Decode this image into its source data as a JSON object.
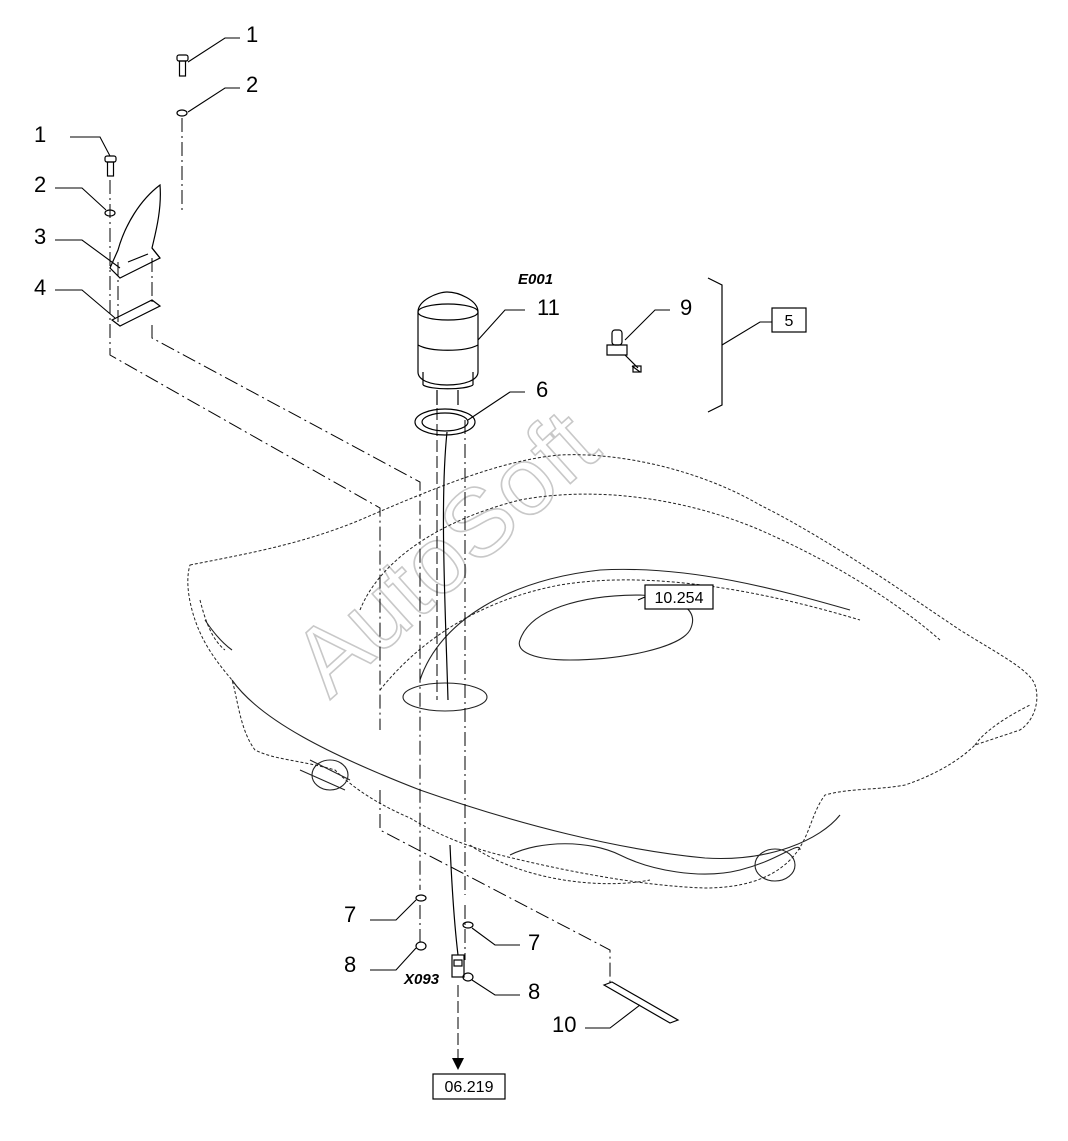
{
  "diagram": {
    "callouts": {
      "c1_top": "1",
      "c2_top": "2",
      "c1_left": "1",
      "c2_left": "2",
      "c3": "3",
      "c4": "4",
      "c5": "5",
      "c6": "6",
      "c7_left": "7",
      "c7_right": "7",
      "c8_left": "8",
      "c8_right": "8",
      "c9": "9",
      "c10": "10",
      "c11": "11"
    },
    "codes": {
      "beacon": "E001",
      "connector": "X093"
    },
    "references": {
      "seat_ref": "10.254",
      "harness_ref": "06.219"
    },
    "watermark": "AutoSoft"
  }
}
